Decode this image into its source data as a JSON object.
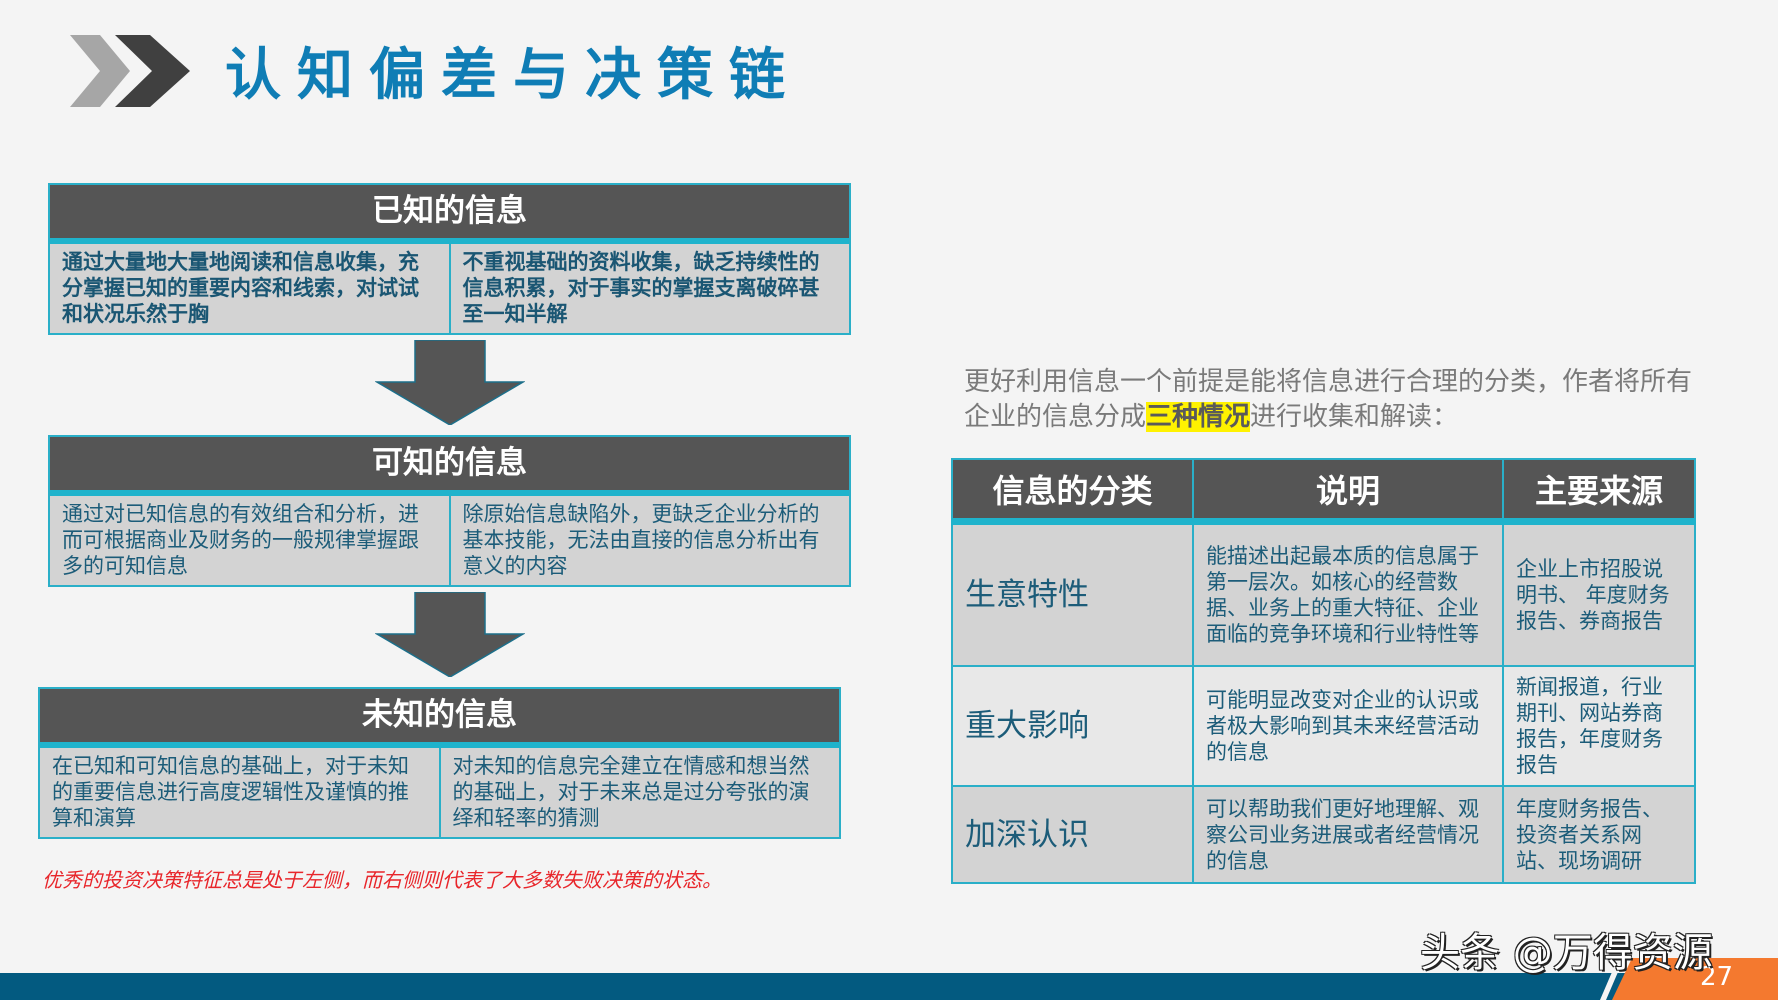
{
  "header": {
    "title": "认知偏差与决策链",
    "chevron_colors": [
      "#a6a6a6",
      "#404040"
    ],
    "title_color": "#0f7db5"
  },
  "flow": [
    {
      "title": "已知的信息",
      "left": "通过大量地大量地阅读和信息收集，充分掌握已知的重要内容和线索，对试试和状况乐然于胸",
      "right": "不重视基础的资料收集，缺乏持续性的信息积累，对于事实的掌握支离破碎甚至一知半解"
    },
    {
      "title": "可知的信息",
      "left": "通过对已知信息的有效组合和分析，进而可根据商业及财务的一般规律掌握跟多的可知信息",
      "right": "除原始信息缺陷外，更缺乏企业分析的基本技能，无法由直接的信息分析出有意义的内容"
    },
    {
      "title": "未知的信息",
      "left": "在已知和可知信息的基础上，对于未知的重要信息进行高度逻辑性及谨慎的推算和演算",
      "right": "对未知的信息完全建立在情感和想当然的基础上，对于未来总是过分夸张的演绎和轻率的猜测"
    }
  ],
  "note": "优秀的投资决策特征总是处于左侧，而右侧则代表了大多数失败决策的状态。",
  "intro": {
    "before": "更好利用信息一个前提是能将信息进行合理的分类，作者将所有企业的信息分成",
    "highlight": "三种情况",
    "after": "进行收集和解读："
  },
  "table": {
    "headers": [
      "信息的分类",
      "说明",
      "主要来源"
    ],
    "rows": [
      {
        "category": "生意特性",
        "description": "能描述出起最本质的信息属于第一层次。如核心的经营数据、业务上的重大特征、企业面临的竞争环境和行业特性等",
        "sources": "企业上市招股说明书、\n年度财务报告、券商报告"
      },
      {
        "category": "重大影响",
        "description": "可能明显改变对企业的认识或者极大影响到其未来经营活动的信息",
        "sources": "新闻报道，行业期刊、网站券商报告，年度财务报告"
      },
      {
        "category": "加深认识",
        "description": "可以帮助我们更好地理解、观察公司业务进展或者经营情况的信息",
        "sources": "年度财务报告、投资者关系网站、现场调研"
      }
    ]
  },
  "footer": {
    "page_number": "27",
    "watermark": "头条 @万得资源",
    "bar_color": "#035a80",
    "accent_color": "#f4792f"
  }
}
